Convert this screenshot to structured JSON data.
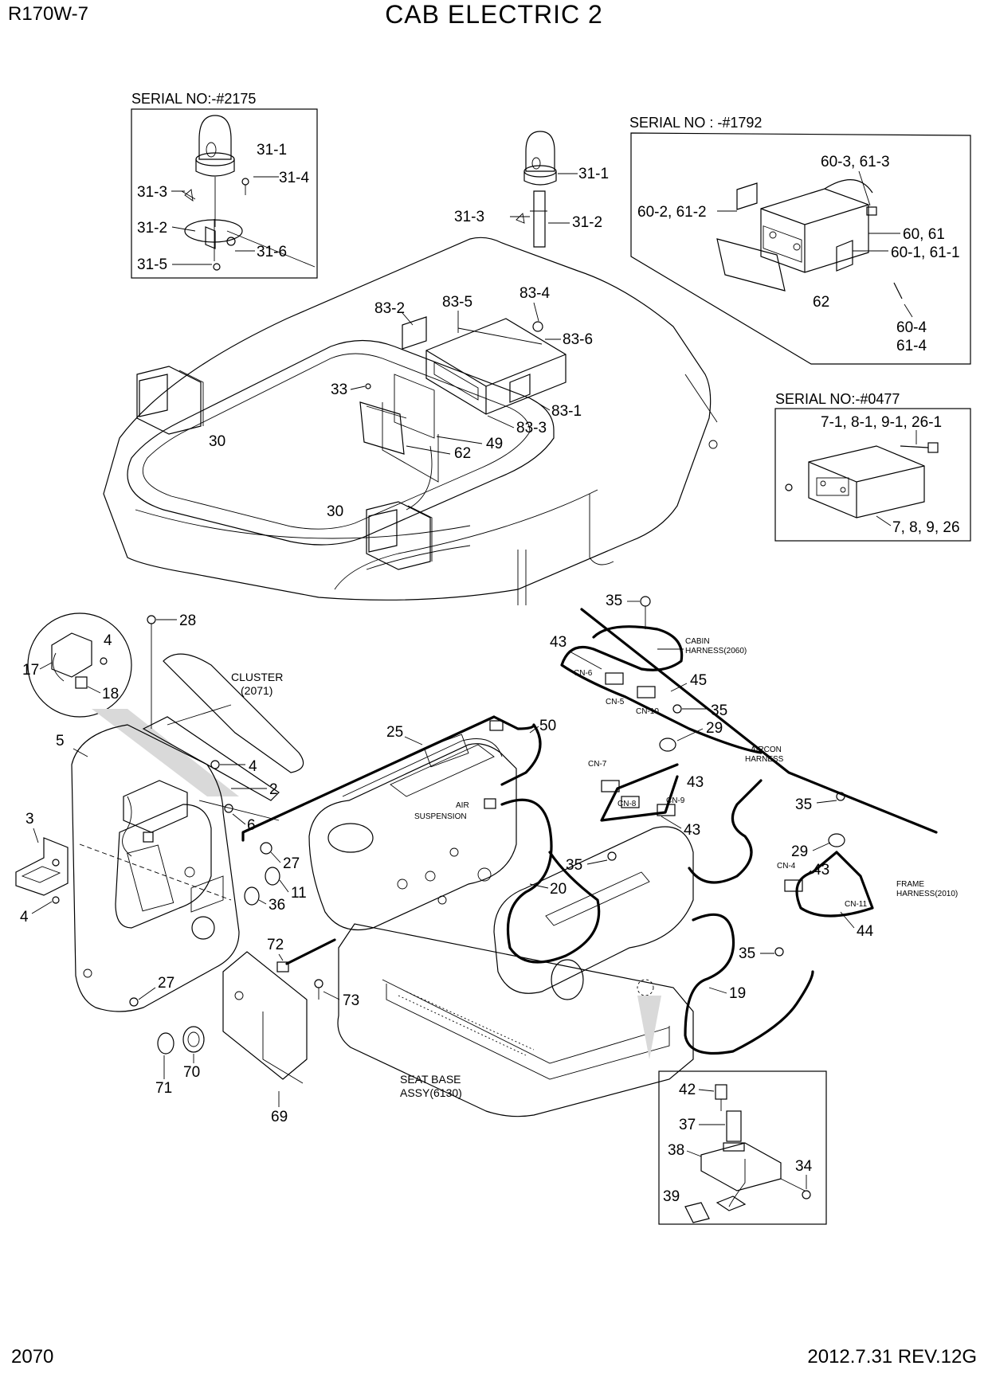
{
  "header": {
    "model": "R170W-7",
    "title": "CAB ELECTRIC 2"
  },
  "footer": {
    "page_number": "2070",
    "revision": "2012.7.31  REV.12G"
  },
  "insets": {
    "beacon": {
      "caption": "SERIAL NO:-#2175"
    },
    "radio": {
      "caption": "SERIAL NO : -#1792"
    },
    "cassette": {
      "caption": "SERIAL NO:-#0477"
    }
  },
  "callouts": {
    "c31_1a": "31-1",
    "c31_4a": "31-4",
    "c31_3a": "31-3",
    "c31_2a": "31-2",
    "c31_6a": "31-6",
    "c31_5a": "31-5",
    "c31_1b": "31-1",
    "c31_3b": "31-3",
    "c31_2b": "31-2",
    "c60_3": "60-3, 61-3",
    "c60_2": "60-2, 61-2",
    "c60": "60, 61",
    "c60_1": "60-1, 61-1",
    "c62a": "62",
    "c60_4": "60-4",
    "c61_4": "61-4",
    "c83_4": "83-4",
    "c83_2": "83-2",
    "c83_5": "83-5",
    "c83_6": "83-6",
    "c33": "33",
    "c83_1": "83-1",
    "c83_3": "83-3",
    "c49": "49",
    "c62b": "62",
    "c30a": "30",
    "c30b": "30",
    "c7_1": "7-1, 8-1, 9-1, 26-1",
    "c7": "7, 8, 9, 26",
    "c28": "28",
    "c4a": "4",
    "c17": "17",
    "c18": "18",
    "c5": "5",
    "c4b": "4",
    "c2": "2",
    "c6": "6",
    "c3": "3",
    "c4c": "4",
    "c27a": "27",
    "c11": "11",
    "c36": "36",
    "c27b": "27",
    "c71": "71",
    "c70": "70",
    "c69": "69",
    "c72": "72",
    "c73": "73",
    "c25": "25",
    "c50": "50",
    "c20": "20",
    "c35a": "35",
    "c43a": "43",
    "c45": "45",
    "c35b": "35",
    "c29a": "29",
    "c43b": "43",
    "c43c": "43",
    "c35c": "35",
    "c29b": "29",
    "c43d": "43",
    "c44": "44",
    "c35d": "35",
    "c35e": "35",
    "c19": "19",
    "c42": "42",
    "c37": "37",
    "c38": "38",
    "c34": "34",
    "c39": "39"
  },
  "connectors": {
    "cn6": "CN-6",
    "cn5": "CN-5",
    "cn10": "CN-10",
    "cn7": "CN-7",
    "cn8": "CN-8",
    "cn9": "CN-9",
    "cn4": "CN-4",
    "cn11": "CN-11"
  },
  "notes": {
    "cluster_1": "CLUSTER",
    "cluster_2": "(2071)",
    "cabin_1": "CABIN",
    "cabin_2": "HARNESS(2060)",
    "aircon_1": "AIRCON",
    "aircon_2": "HARNESS",
    "frame_1": "FRAME",
    "frame_2": "HARNESS(2010)",
    "air_1": "AIR",
    "air_2": "SUSPENSION",
    "seatbase_1": "SEAT BASE",
    "seatbase_2": "ASSY(6130)"
  }
}
